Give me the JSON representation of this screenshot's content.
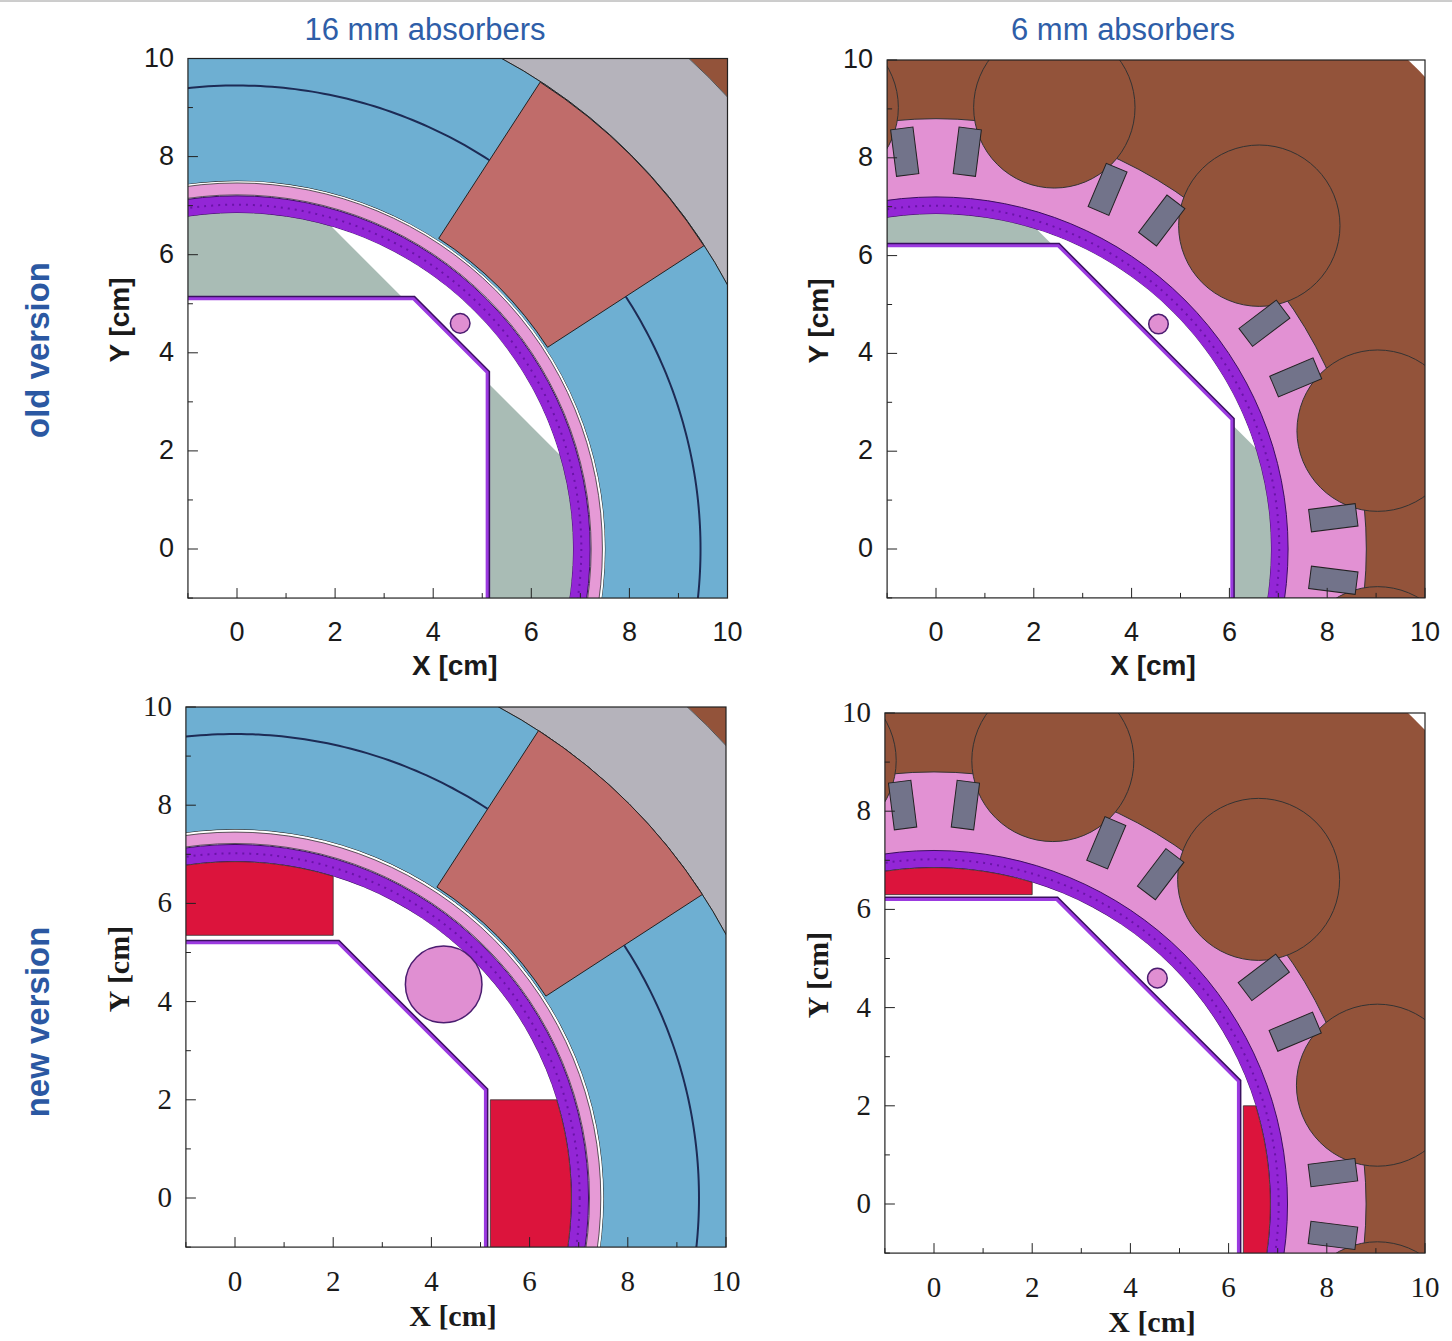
{
  "diagram": {
    "labels": [
      "16 mm absorbers",
      "6 mm absorbers",
      "old version",
      "new version",
      "0",
      "2",
      "4",
      "6",
      "8",
      "10",
      "X [cm]",
      "0",
      "2",
      "4",
      "6",
      "8",
      "10",
      "Y [cm]",
      "0",
      "2",
      "4",
      "6",
      "8",
      "10",
      "X [cm]",
      "0",
      "2",
      "4",
      "6",
      "8",
      "10",
      "Y [cm]",
      "0",
      "2",
      "4",
      "6",
      "8",
      "10",
      "X [cm]",
      "0",
      "2",
      "4",
      "6",
      "8",
      "10",
      "Y [cm]",
      "0",
      "2",
      "4",
      "6",
      "8",
      "10",
      "X [cm]",
      "0",
      "2",
      "4",
      "6",
      "8",
      "10",
      "Y [cm]"
    ]
  }
}
